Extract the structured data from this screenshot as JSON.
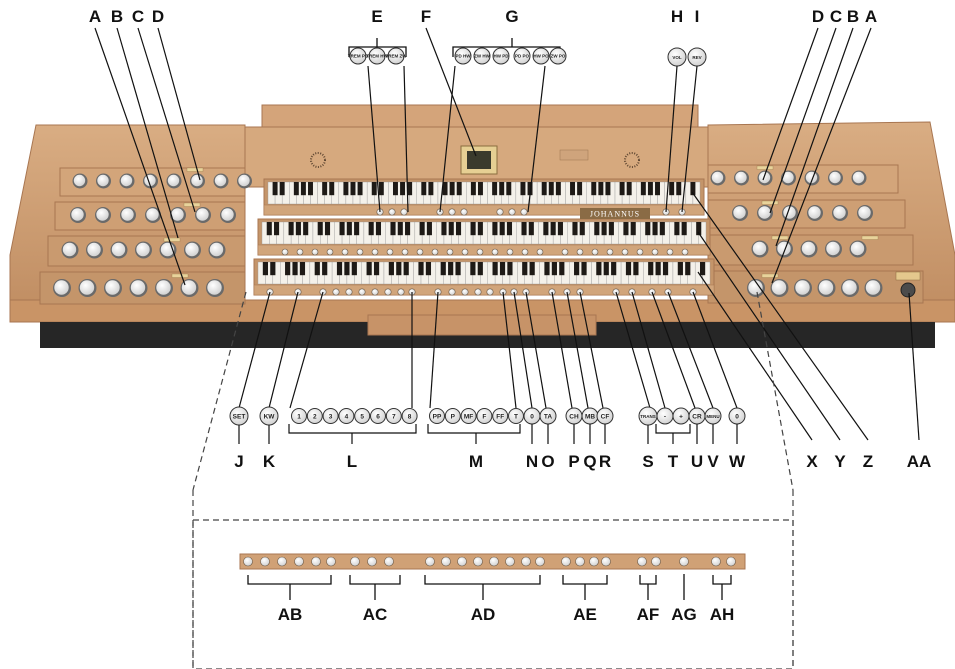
{
  "colors": {
    "wood": "#c9966a",
    "wood_light": "#ddb58c",
    "wood_dark": "#a87651",
    "leader": "#111111",
    "dashed": "#444444",
    "display": "#3a3a2c"
  },
  "brand": "JOHANNUS",
  "button_captions": {
    "set": "SET",
    "kw": "KW",
    "numbers": [
      "1",
      "2",
      "3",
      "4",
      "5",
      "6",
      "7",
      "8"
    ],
    "dynamics": [
      "PP",
      "P",
      "MF",
      "F",
      "FF",
      "T"
    ],
    "n_zero": "0",
    "ta": "TA",
    "ch": "CH",
    "mb": "MB",
    "cf": "CF",
    "trans": "TRANS",
    "minus": "-",
    "plus": "+",
    "cr": "CR",
    "menu": "MENU",
    "w_zero": "0",
    "vol": "VOL",
    "rev": "REV",
    "trem": [
      "TREM PD",
      "TREM HW",
      "TREM ZW"
    ],
    "couplers": [
      "PD HW",
      "ZW HW",
      "HW PD",
      "PD PO",
      "HW PO",
      "ZW PO"
    ]
  },
  "labels": {
    "A": "A",
    "B": "B",
    "C": "C",
    "D": "D",
    "E": "E",
    "F": "F",
    "G": "G",
    "H": "H",
    "I": "I",
    "J": "J",
    "K": "K",
    "L": "L",
    "M": "M",
    "N": "N",
    "O": "O",
    "P": "P",
    "Q": "Q",
    "R": "R",
    "S": "S",
    "T": "T",
    "U": "U",
    "V": "V",
    "W": "W",
    "X": "X",
    "Y": "Y",
    "Z": "Z",
    "AA": "AA",
    "AB": "AB",
    "AC": "AC",
    "AD": "AD",
    "AE": "AE",
    "AF": "AF",
    "AG": "AG",
    "AH": "AH"
  }
}
